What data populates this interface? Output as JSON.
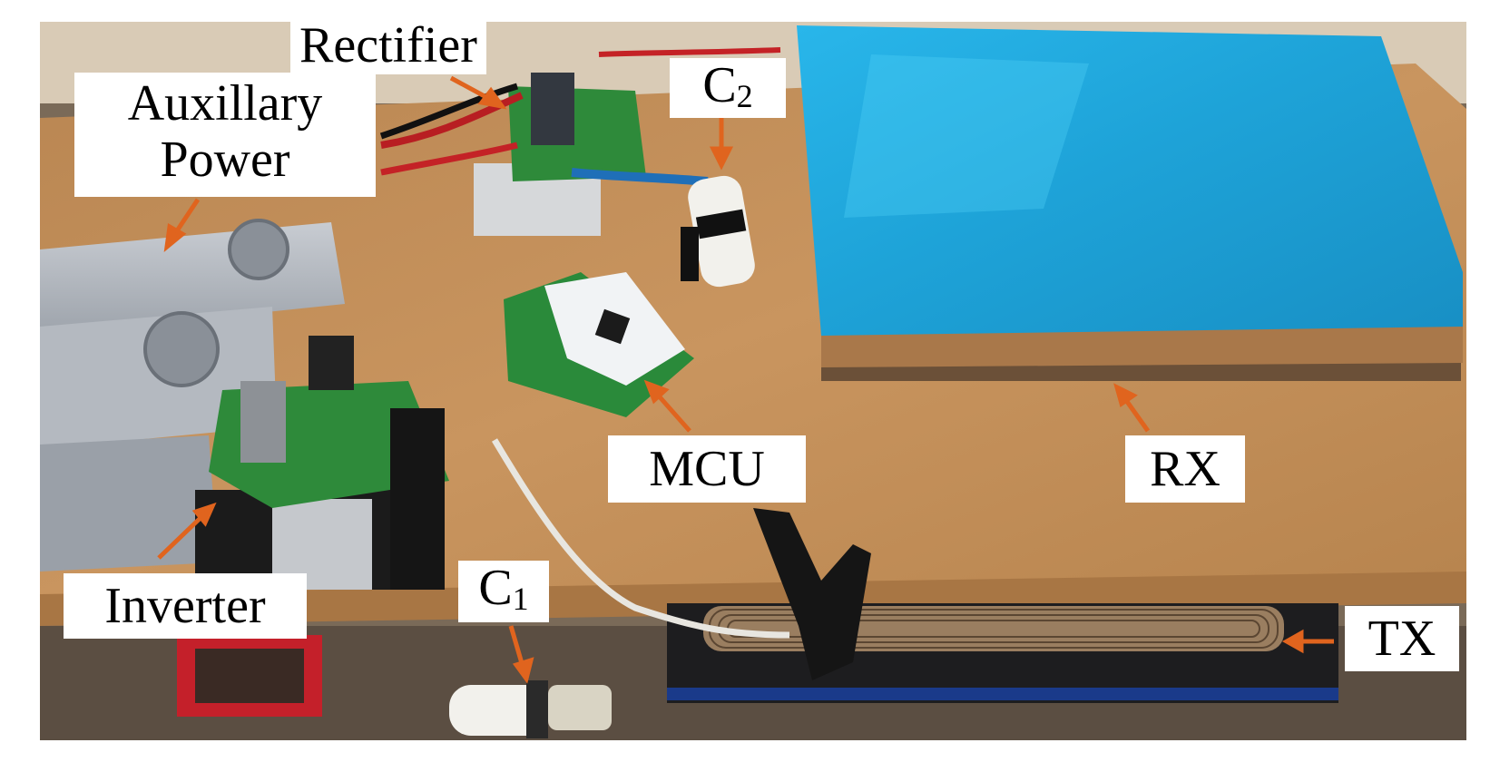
{
  "labels": {
    "rectifier": "Rectifier",
    "aux_line1": "Auxillary",
    "aux_line2": "Power",
    "c2_main": "C",
    "c2_sub": "2",
    "mcu": "MCU",
    "rx": "RX",
    "inverter": "Inverter",
    "c1_main": "C",
    "c1_sub": "1",
    "tx": "TX"
  },
  "colors": {
    "arrow": "#e0641e",
    "receiver_pad": "#1ea8dc",
    "table_wood": "#c8945e",
    "pcb_green": "#2e8a3a",
    "label_bg": "#ffffff"
  }
}
